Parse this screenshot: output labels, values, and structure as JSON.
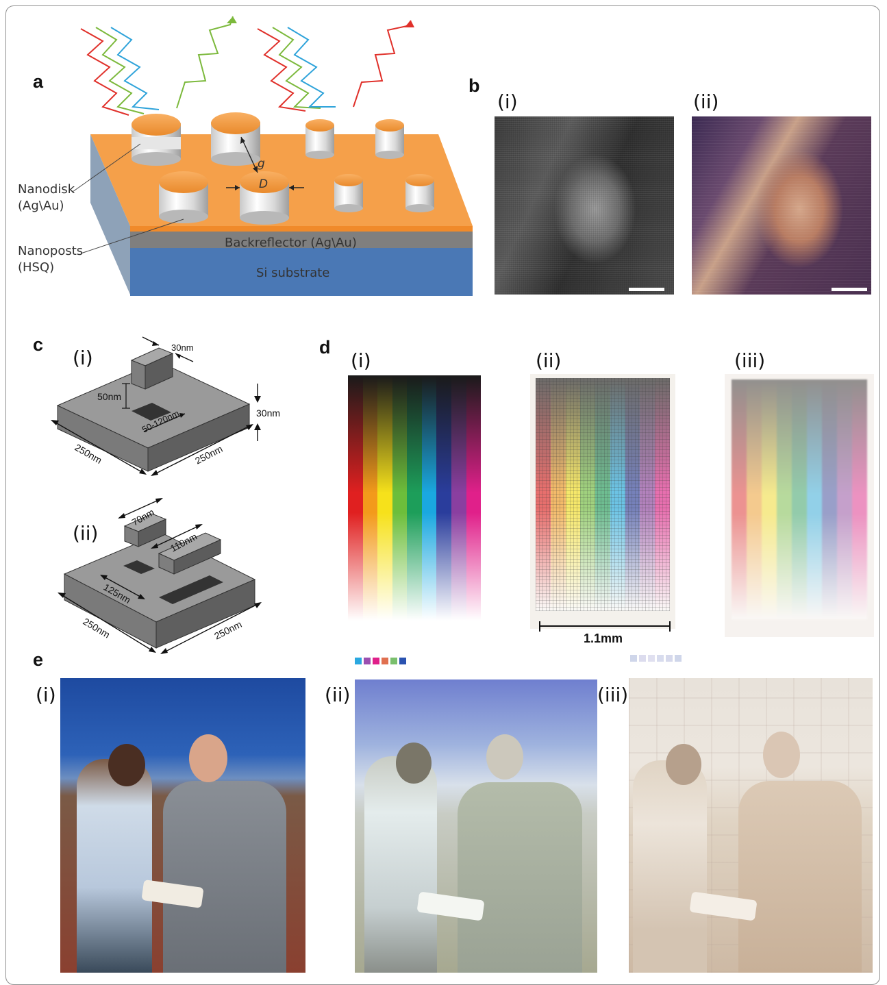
{
  "panel_a": {
    "letter": "a",
    "labels": {
      "nanodisk": "Nanodisk",
      "nanodisk_material": "(Ag\\Au)",
      "nanoposts": "Nanoposts",
      "nanoposts_material": "(HSQ)",
      "backreflector": "Backreflector (Ag\\Au)",
      "substrate": "Si substrate",
      "gap": "g",
      "diameter": "D"
    },
    "colors": {
      "top_layer": "#f5a04a",
      "reflector": "#7f7f7f",
      "substrate": "#4a78b5"
    }
  },
  "panel_b": {
    "letter": "b",
    "sub_i": "(i)",
    "sub_ii": "(ii)"
  },
  "panel_c": {
    "letter": "c",
    "sub_i": "(i)",
    "sub_ii": "(ii)",
    "i_labels": {
      "top_width": "30nm",
      "gap_height": "50nm",
      "slot_length": "50-120nm",
      "thickness": "30nm",
      "side_left": "250nm",
      "side_right": "250nm"
    },
    "ii_labels": {
      "bar_short": "70nm",
      "bar_long": "110nm",
      "slot": "125nm",
      "side_left": "250nm",
      "side_right": "250nm"
    }
  },
  "panel_d": {
    "letter": "d",
    "sub_i": "(i)",
    "sub_ii": "(ii)",
    "sub_iii": "(iii)",
    "scale_label": "1.1mm",
    "columns": [
      "#e02020",
      "#f39a1b",
      "#f6e11b",
      "#6dbe3b",
      "#1d9e5a",
      "#1aa8e0",
      "#2a3d9c",
      "#8a3fa0",
      "#e0208a"
    ]
  },
  "panel_e": {
    "letter": "e",
    "sub_i": "(i)",
    "sub_ii": "(ii)",
    "sub_iii": "(iii)",
    "swatches_ii": [
      "#2aa8e0",
      "#9b4fb0",
      "#e0208a",
      "#e07050",
      "#7abf6d",
      "#2a52b0"
    ],
    "swatches_iii": [
      "#cfd6ea",
      "#dcdcee",
      "#e0e0f0",
      "#d8dcee",
      "#d6d9ec",
      "#cfd6ea"
    ]
  }
}
